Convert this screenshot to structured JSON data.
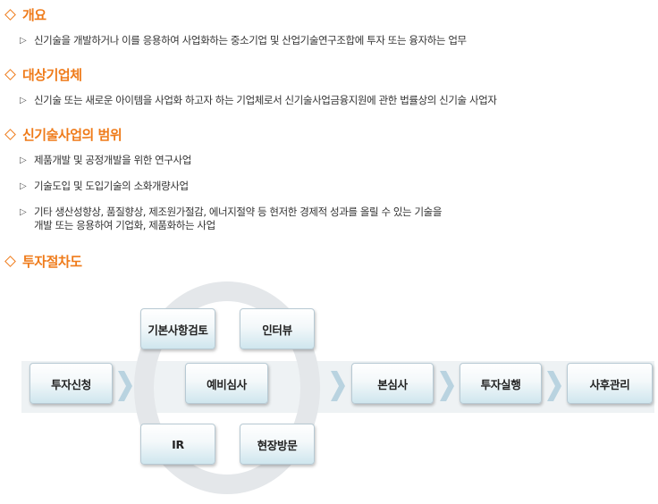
{
  "sections": [
    {
      "title": "개요",
      "items": [
        "신기술을 개발하거나 이를 응용하여 사업화하는 중소기업 및 산업기술연구조합에 투자 또는 융자하는 업무"
      ]
    },
    {
      "title": "대상기업체",
      "items": [
        "신기술 또는 새로운 아이템을 사업화 하고자 하는 기업체로서 신기술사업금융지원에 관한 법률상의 신기술 사업자"
      ]
    },
    {
      "title": "신기술사업의 범위",
      "items": [
        "제품개발 및 공정개발을 위한 연구사업",
        "기술도입 및 도입기술의 소화개량사업",
        "기타 생산성향상, 품질향상, 제조원가절감, 에너지절약 등 현저한 경제적 성과를 올릴 수 있는 기술을\n개발 또는 응용하여 기업화, 제품화하는 사업"
      ]
    },
    {
      "title": "투자절차도",
      "items": []
    }
  ],
  "process": {
    "apply": "투자신청",
    "review_group": {
      "center": "예비심사",
      "top_left": "기본사항검토",
      "top_right": "인터뷰",
      "bottom_left": "IR",
      "bottom_right": "현장방문"
    },
    "main_review": "본심사",
    "execute": "투자실행",
    "post_manage": "사후관리"
  },
  "icons": {
    "section_marker": "diamond-outline-icon",
    "item_marker": "triangle-right-outline-icon",
    "flow_arrow": "chevron-right-icon"
  },
  "colors": {
    "section_title": "#ef7b1a",
    "box_gradient_bottom": "#cfe6ee",
    "arrow": "#b9d3e0"
  }
}
